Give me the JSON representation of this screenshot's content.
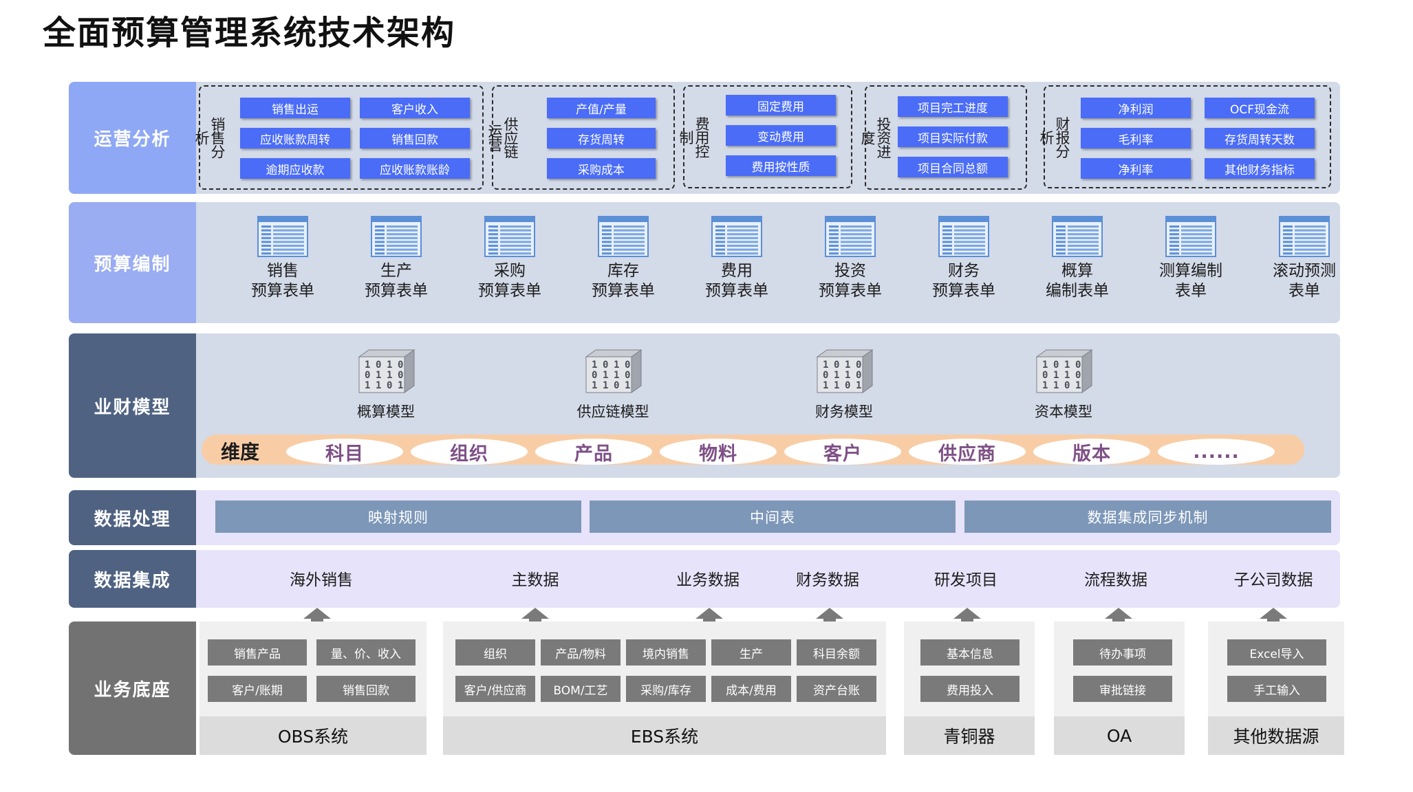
{
  "title": "全面预算管理系统技术架构",
  "colors": {
    "row1_label": "#8fa8f5",
    "row1_body": "#d3dae8",
    "row2_label": "#9aacf2",
    "row2_body": "#d3dae8",
    "row3_label": "#4f6282",
    "row3_body": "#d3dae8",
    "row4_label": "#4f6282",
    "row4_body": "#e7e3fa",
    "row5_label": "#4f6282",
    "row5_body": "#e7e3fa",
    "row6_label": "#727272",
    "kpi_button": "#4a6cf7",
    "proc_bar": "#7d97b8",
    "dim_bar": "#f8cda6",
    "dim_text": "#7e5086"
  },
  "layers": {
    "operations": {
      "label": "运营分析",
      "groups": [
        {
          "title": "销售分析",
          "items": [
            "销售出运",
            "客户收入",
            "应收账款周转",
            "销售回款",
            "逾期应收款",
            "应收账款账龄"
          ]
        },
        {
          "title": "供应链运营",
          "items": [
            "产值/产量",
            "存货周转",
            "采购成本"
          ]
        },
        {
          "title": "费用控制",
          "items": [
            "固定费用",
            "变动费用",
            "费用按性质"
          ]
        },
        {
          "title": "投资进度",
          "items": [
            "项目完工进度",
            "项目实际付款",
            "项目合同总额"
          ]
        },
        {
          "title": "财报分析",
          "items": [
            "净利润",
            "OCF现金流",
            "毛利率",
            "存货周转天数",
            "净利率",
            "其他财务指标"
          ]
        }
      ]
    },
    "budgeting": {
      "label": "预算编制",
      "icon": "spreadsheet-icon",
      "forms": [
        [
          "销售",
          "预算表单"
        ],
        [
          "生产",
          "预算表单"
        ],
        [
          "采购",
          "预算表单"
        ],
        [
          "库存",
          "预算表单"
        ],
        [
          "费用",
          "预算表单"
        ],
        [
          "投资",
          "预算表单"
        ],
        [
          "财务",
          "预算表单"
        ],
        [
          "概算",
          "编制表单"
        ],
        [
          "测算编制",
          "表单"
        ],
        [
          "滚动预测",
          "表单"
        ]
      ]
    },
    "models": {
      "label": "业财模型",
      "icon": "binary-cube-icon",
      "items": [
        "概算模型",
        "供应链模型",
        "财务模型",
        "资本模型"
      ],
      "dimension_label": "维度",
      "dimensions": [
        "科目",
        "组织",
        "产品",
        "物料",
        "客户",
        "供应商",
        "版本",
        "......"
      ]
    },
    "processing": {
      "label": "数据处理",
      "items": [
        "映射规则",
        "中间表",
        "数据集成同步机制"
      ]
    },
    "integration": {
      "label": "数据集成",
      "items": [
        "海外销售",
        "主数据",
        "业务数据",
        "财务数据",
        "研发项目",
        "流程数据",
        "子公司数据"
      ]
    },
    "foundation": {
      "label": "业务底座",
      "systems": [
        {
          "name": "OBS系统",
          "items": [
            "销售产品",
            "量、价、收入",
            "客户/账期",
            "销售回款"
          ]
        },
        {
          "name": "EBS系统",
          "items": [
            "组织",
            "产品/物料",
            "境内销售",
            "生产",
            "科目余额",
            "客户/供应商",
            "BOM/工艺",
            "采购/库存",
            "成本/费用",
            "资产台账"
          ]
        },
        {
          "name": "青铜器",
          "items": [
            "基本信息",
            "费用投入"
          ]
        },
        {
          "name": "OA",
          "items": [
            "待办事项",
            "审批链接"
          ]
        },
        {
          "name": "其他数据源",
          "items": [
            "Excel导入",
            "手工输入"
          ]
        }
      ]
    }
  }
}
